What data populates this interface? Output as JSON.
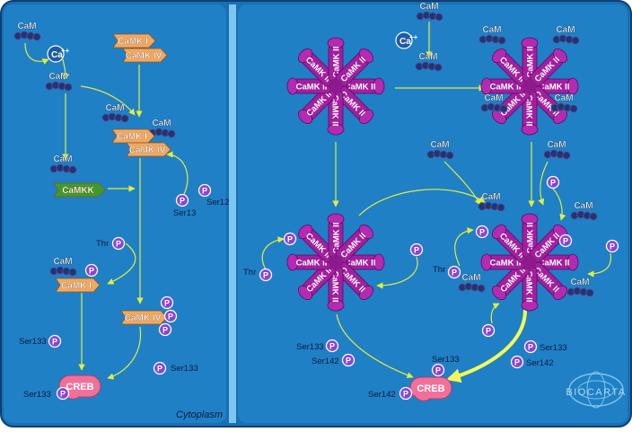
{
  "labels": {
    "calmodulin": "CaM",
    "calcium": "Ca",
    "calcium_charge": "++",
    "camk1": "CaMK I",
    "camk4": "CaMK IV",
    "camkk": "CaMKK",
    "camk2": "CaMK II",
    "creb": "CREB",
    "phospho": "P",
    "cytoplasm": "Cytoplasm",
    "thr": "Thr",
    "ser12": "Ser12",
    "ser13": "Ser13",
    "ser133": "Ser133",
    "ser142": "Ser142"
  },
  "logo": "BIOCARTA",
  "colors": {
    "background": "#1f7fc4",
    "divider": "#7cc6f0",
    "arrow": "#e2ee3c",
    "camk": "#f2a860",
    "camkk": "#3f9a2b",
    "camk2": "#a21fa0",
    "creb": "#f1709a",
    "phospho": "#8a44d8",
    "calmodulin": "#26336e"
  }
}
